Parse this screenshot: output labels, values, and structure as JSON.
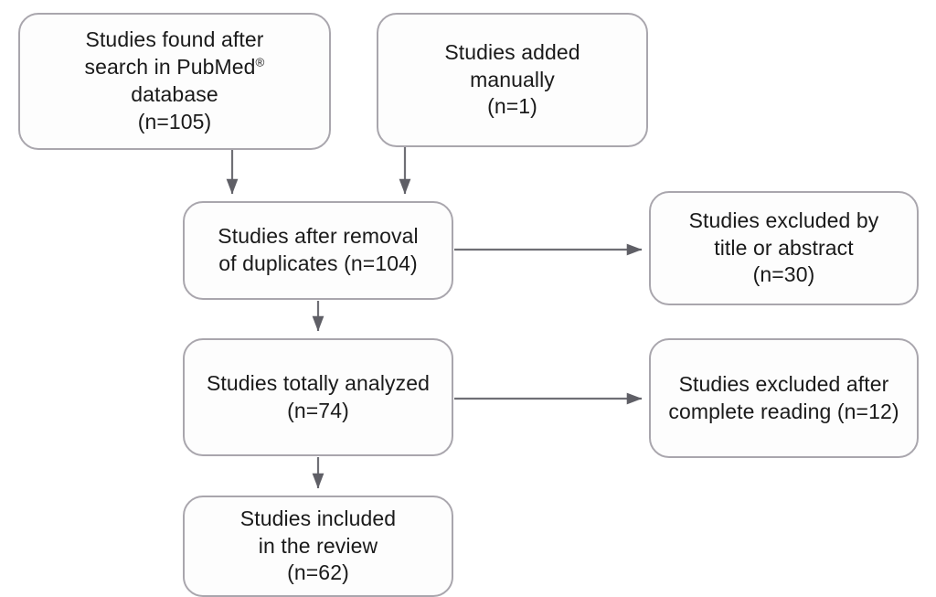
{
  "diagram": {
    "title": "PRISMA study selection flow diagram",
    "type": "flowchart",
    "colors": {
      "box_border": "#a9a6ad",
      "box_fill": "#fdfdfd",
      "text": "#1a1a1a",
      "connector": "#6f6f75",
      "background": "#ffffff"
    },
    "nodes": [
      {
        "id": "found",
        "name": "studies-found-box",
        "lines": [
          "Studies found after",
          "search in PubMed®",
          "database",
          "(n=105)"
        ],
        "count_label": "(n=105)",
        "count": 105
      },
      {
        "id": "manual",
        "name": "studies-added-manually-box",
        "lines": [
          "Studies added",
          "manually",
          "(n=1)"
        ],
        "count_label": "(n=1)",
        "count": 1
      },
      {
        "id": "dedup",
        "name": "studies-after-removal-of-duplicates-box",
        "lines": [
          "Studies after removal",
          "of duplicates (n=104)"
        ],
        "count_label": "(n=104)",
        "count": 104
      },
      {
        "id": "excl-title",
        "name": "studies-excluded-by-title-or-abstract-box",
        "lines": [
          "Studies excluded by",
          "title or abstract",
          "(n=30)"
        ],
        "count_label": "(n=30)",
        "count": 30
      },
      {
        "id": "analyzed",
        "name": "studies-totally-analyzed-box",
        "lines": [
          "Studies totally analyzed",
          "(n=74)"
        ],
        "count_label": "(n=74)",
        "count": 74
      },
      {
        "id": "excl-read",
        "name": "studies-excluded-after-complete-reading-box",
        "lines": [
          "Studies excluded after",
          "complete reading (n=12)"
        ],
        "count_label": "(n=12)",
        "count": 12
      },
      {
        "id": "included",
        "name": "studies-included-in-the-review-box",
        "lines": [
          "Studies included",
          "in the review",
          "(n=62)"
        ],
        "count_label": "(n=62)",
        "count": 62
      }
    ],
    "edges": [
      {
        "id": "found-to-dedup",
        "from": "found",
        "to": "dedup",
        "direction": "down"
      },
      {
        "id": "manual-to-dedup",
        "from": "manual",
        "to": "dedup",
        "direction": "down"
      },
      {
        "id": "dedup-to-excl-title",
        "from": "dedup",
        "to": "excl-title",
        "direction": "right"
      },
      {
        "id": "dedup-to-analyzed",
        "from": "dedup",
        "to": "analyzed",
        "direction": "down"
      },
      {
        "id": "analyzed-to-excl-read",
        "from": "analyzed",
        "to": "excl-read",
        "direction": "right"
      },
      {
        "id": "analyzed-to-included",
        "from": "analyzed",
        "to": "included",
        "direction": "down"
      }
    ]
  },
  "text": {
    "found_l1": "Studies found after",
    "found_l2a": "search in PubMed",
    "found_l2b": "®",
    "found_l3": "database",
    "found_l4": "(n=105)",
    "manual_l1": "Studies added",
    "manual_l2": "manually",
    "manual_l3": "(n=1)",
    "dedup_l1": "Studies after removal",
    "dedup_l2": "of duplicates (n=104)",
    "excl_title_l1": "Studies excluded by",
    "excl_title_l2": "title or abstract",
    "excl_title_l3": "(n=30)",
    "analyzed_l1": "Studies totally analyzed",
    "analyzed_l2": "(n=74)",
    "excl_read_l1": "Studies excluded after",
    "excl_read_l2": "complete reading (n=12)",
    "included_l1": "Studies included",
    "included_l2": "in the review",
    "included_l3": "(n=62)"
  }
}
